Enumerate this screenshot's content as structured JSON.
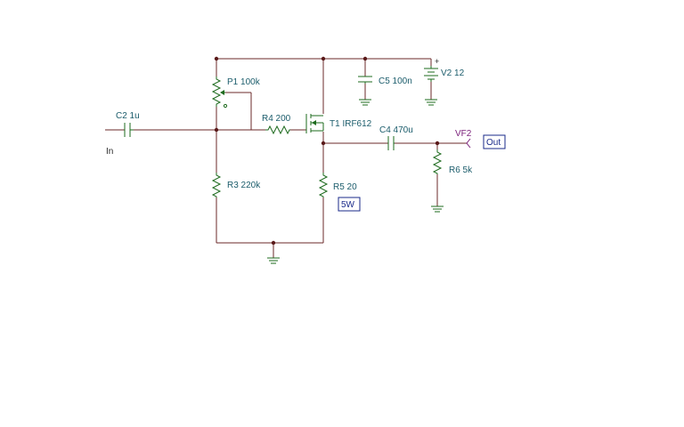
{
  "components": {
    "c2": {
      "label": "C2 1u"
    },
    "p1": {
      "label": "P1 100k"
    },
    "r4": {
      "label": "R4 200"
    },
    "t1": {
      "label": "T1 IRF612"
    },
    "c5": {
      "label": "C5 100n"
    },
    "v2": {
      "label": "V2 12",
      "polarity": "+"
    },
    "c4": {
      "label": "C4 470u"
    },
    "r3": {
      "label": "R3 220k"
    },
    "r5": {
      "label": "R5 20",
      "power": "5W"
    },
    "r6": {
      "label": "R6 5k"
    }
  },
  "ports": {
    "input": {
      "label": "In"
    },
    "probe": {
      "label": "VF2"
    },
    "output": {
      "label": "Out"
    }
  },
  "colors": {
    "wire": "#6b2a2a",
    "component": "#1e6b1e",
    "label": "#1b5c6b",
    "probe": "#7a1f7a",
    "tag_box": "#1a2a8a"
  }
}
